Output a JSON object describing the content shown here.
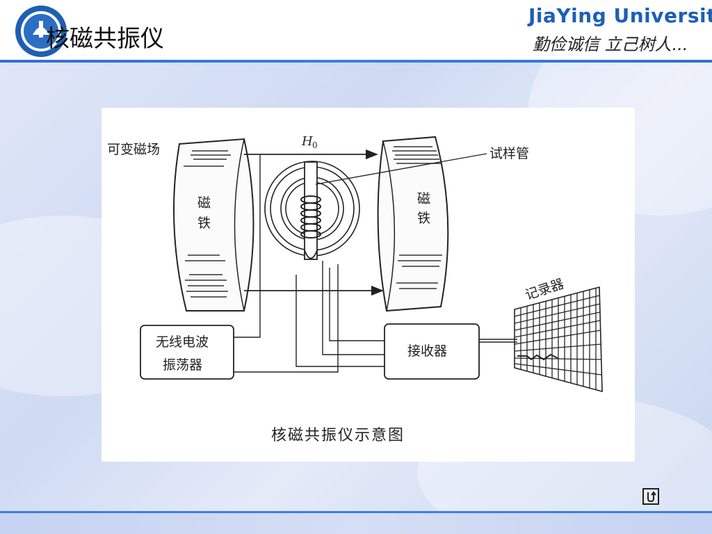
{
  "header": {
    "title": "核磁共振仪",
    "university_name": "JiaYing University",
    "motto": "勤俭诚信  立己树人..."
  },
  "figure": {
    "caption": "核磁共振仪示意图",
    "labels": {
      "variable_field": "可变磁场",
      "field_symbol": "H",
      "field_subscript": "0",
      "sample_tube": "试样管",
      "magnet_left_line1": "磁",
      "magnet_left_line2": "铁",
      "magnet_right_line1": "磁",
      "magnet_right_line2": "铁",
      "recorder": "记录器",
      "oscillator_line1": "无线电波",
      "oscillator_line2": "振荡器",
      "receiver": "接收器"
    }
  },
  "nav": {
    "return_icon": "return-icon"
  },
  "colors": {
    "header_line": "#2f6fd6",
    "university_blue": "#1d5fb6",
    "background": "#d6dff5"
  }
}
